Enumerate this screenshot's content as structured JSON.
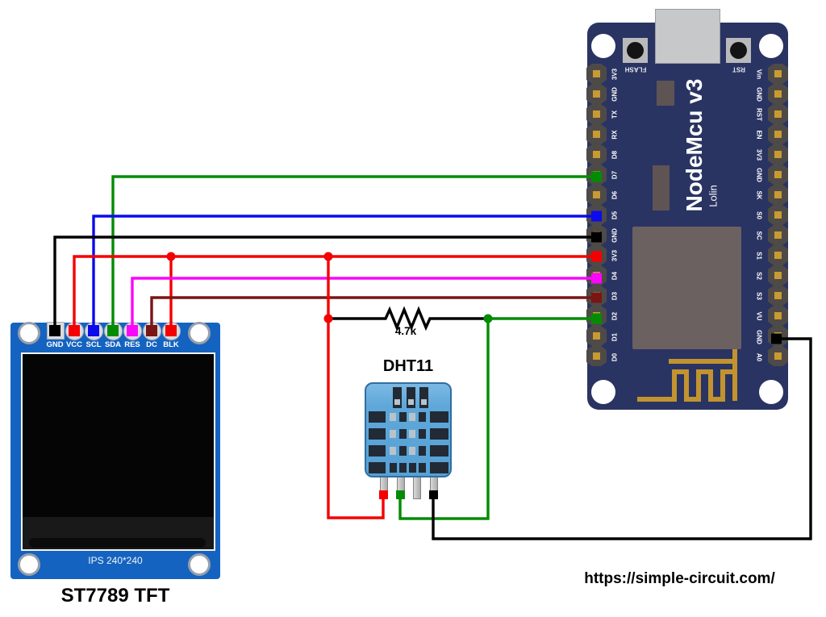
{
  "nodemcu": {
    "title": "NodeMcu v3",
    "subtitle": "Lolin",
    "buttons": {
      "flash": "FLASH",
      "reset": "RST"
    },
    "left_pins": [
      "3V3",
      "GND",
      "TX",
      "RX",
      "D8",
      "D7",
      "D6",
      "D5",
      "GND",
      "3V3",
      "D4",
      "D3",
      "D2",
      "D1",
      "D0"
    ],
    "right_pins": [
      "Vin",
      "GND",
      "RST",
      "EN",
      "3V3",
      "GND",
      "SK",
      "S0",
      "SC",
      "S1",
      "S2",
      "S3",
      "VU",
      "GND",
      "A0"
    ]
  },
  "tft": {
    "caption": "ST7789 TFT",
    "screen_label": "IPS 240*240",
    "pins": [
      "GND",
      "VCC",
      "SCL",
      "SDA",
      "RES",
      "DC",
      "BLK"
    ]
  },
  "dht11": {
    "label": "DHT11"
  },
  "resistor": {
    "label": "4.7k"
  },
  "watermark": "https://simple-circuit.com/",
  "wire_colors": {
    "red": "#f40000",
    "green": "#038c03",
    "blue": "#0b0bec",
    "magenta": "#fa06fa",
    "dark_red": "#7a1515",
    "black": "#000000"
  },
  "board_colors": {
    "nodemcu_pcb": "#2a3462",
    "tft_pcb": "#1563c0",
    "dht_body": "#5ea7d9",
    "antenna_trace": "#c2932f",
    "pin_gold": "#c89a32"
  },
  "connections": [
    {
      "from": "TFT GND",
      "to": "NodeMcu GND (left)",
      "color": "black"
    },
    {
      "from": "TFT VCC",
      "to": "NodeMcu 3V3",
      "color": "red"
    },
    {
      "from": "TFT SCL",
      "to": "NodeMcu D5",
      "color": "blue"
    },
    {
      "from": "TFT SDA",
      "to": "NodeMcu D7",
      "color": "green"
    },
    {
      "from": "TFT RES",
      "to": "NodeMcu D4",
      "color": "magenta"
    },
    {
      "from": "TFT DC",
      "to": "NodeMcu D3",
      "color": "dark_red"
    },
    {
      "from": "TFT BLK",
      "to": "NodeMcu 3V3 (shared red line)",
      "color": "red"
    },
    {
      "from": "DHT11 pin1 VCC",
      "to": "NodeMcu 3V3 (shared red line)",
      "color": "red"
    },
    {
      "from": "DHT11 pin2 DATA",
      "to": "NodeMcu D2",
      "color": "green",
      "via": "4.7k pull-up resistor to 3V3"
    },
    {
      "from": "DHT11 pin4 GND",
      "to": "NodeMcu GND (right)",
      "color": "black"
    }
  ]
}
